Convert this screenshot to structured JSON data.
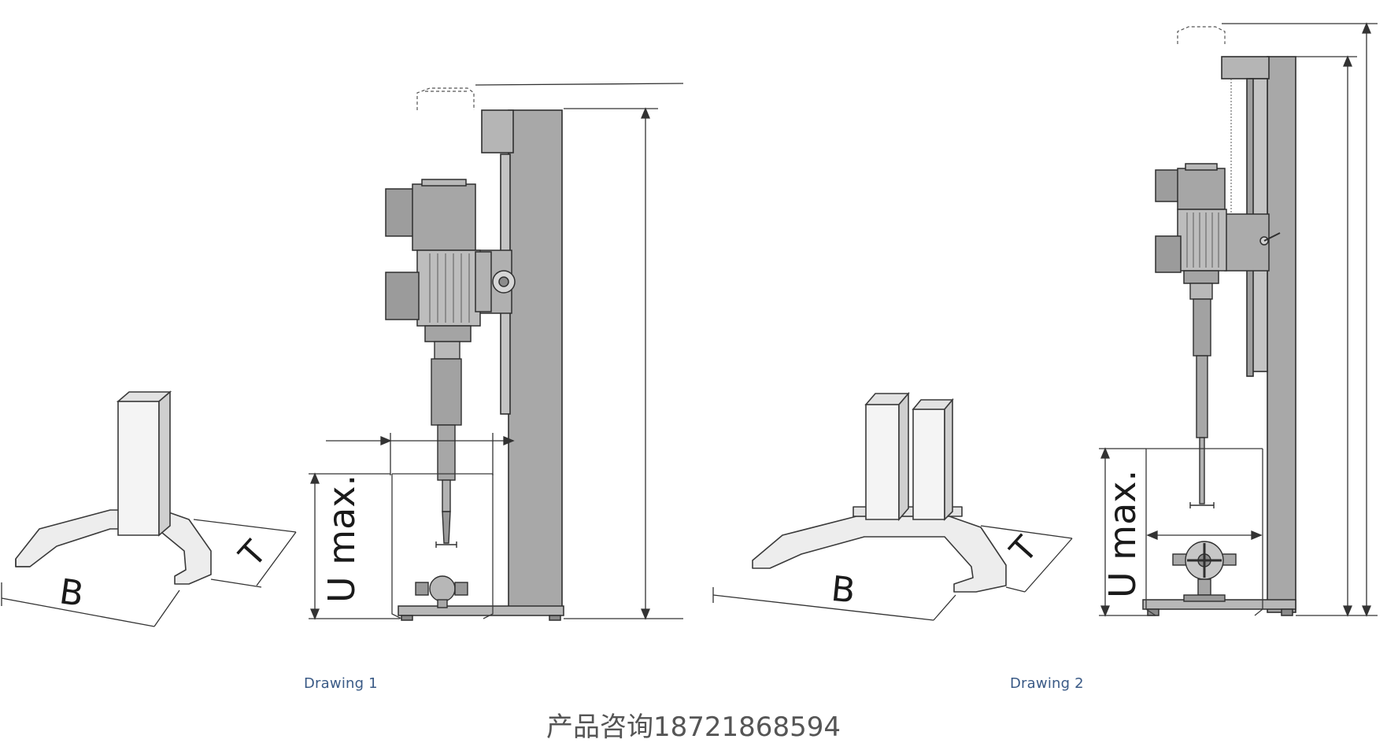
{
  "drawings": [
    {
      "caption": "Drawing 1",
      "labels": {
        "width": "B",
        "depth": "T",
        "height": "U max."
      }
    },
    {
      "caption": "Drawing 2",
      "labels": {
        "width": "B",
        "depth": "T",
        "height": "U max."
      }
    }
  ],
  "contact_text": "产品咨询18721868594",
  "colors": {
    "metal": "#a9a9a9",
    "metal_dark": "#7d7d7d",
    "metal_light": "#d2d2d2",
    "outline": "#2a2a2a",
    "caption": "#3a5a86",
    "contact": "#555555"
  }
}
